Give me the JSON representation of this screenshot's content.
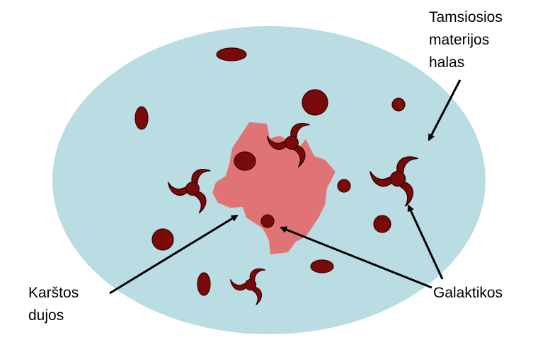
{
  "labels": {
    "halo_line1": "Tamsiosios",
    "halo_line2": "materijos",
    "halo_line3": "halas",
    "gas_line1": "Karštos",
    "gas_line2": "dujos",
    "galaxies": "Galaktikos"
  },
  "colors": {
    "halo": "#b9dde2",
    "hot_gas": "#e07474",
    "galaxy": "#7a0a0a",
    "arrow": "#000000"
  }
}
